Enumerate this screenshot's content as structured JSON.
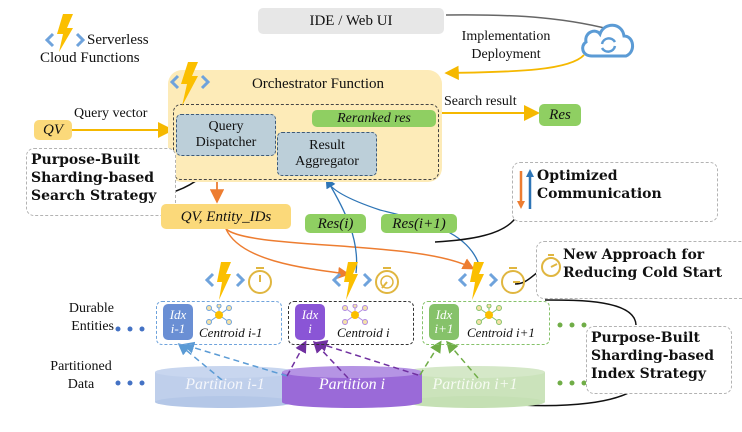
{
  "legend": {
    "label_line1": "Serverless",
    "label_line2": "Cloud Functions",
    "icon": "serverless-function-icon"
  },
  "ide": {
    "label": "IDE / Web UI"
  },
  "deployment": {
    "line1": "Implementation",
    "line2": "Deployment",
    "icon": "cloud-sync-icon"
  },
  "orchestrator": {
    "title": "Orchestrator Function",
    "dispatcher_line1": "Query",
    "dispatcher_line2": "Dispatcher",
    "aggregator_line1": "Result",
    "aggregator_line2": "Aggregator",
    "reranked": "Reranked res"
  },
  "query": {
    "qv": "QV",
    "label": "Query vector"
  },
  "search_result": {
    "label": "Search result",
    "res": "Res"
  },
  "qv_entities": "QV, Entity_IDs",
  "res_i": "Res(i)",
  "res_i1": "Res(i+1)",
  "callouts": {
    "search_strategy": [
      "Purpose-Built",
      "Sharding-based",
      "Search Strategy"
    ],
    "communication": [
      "Optimized",
      "Communication"
    ],
    "cold_start": [
      "New Approach for",
      "Reducing Cold Start"
    ],
    "index_strategy": [
      "Purpose-Built",
      "Sharding-based",
      "Index Strategy"
    ]
  },
  "rows": {
    "durable_line1": "Durable",
    "durable_line2": "Entities",
    "partitioned_line1": "Partitioned",
    "partitioned_line2": "Data"
  },
  "entities": [
    {
      "idx_line1": "Idx",
      "idx_line2": "i-1",
      "centroid": "Centroid i-1",
      "color": "#6a8fd4"
    },
    {
      "idx_line1": "Idx",
      "idx_line2": "i",
      "centroid": "Centroid i",
      "color": "#8a55d6"
    },
    {
      "idx_line1": "Idx",
      "idx_line2": "i+1",
      "centroid": "Centroid i+1",
      "color": "#86c26a"
    }
  ],
  "partitions": [
    "Partition i-1",
    "Partition i",
    "Partition i+1"
  ],
  "colors": {
    "lightning": "#fbbf00",
    "orange": "#ed7d31",
    "blue": "#2e75b6",
    "stopwatch": "#e0b640",
    "code": "#6fa3dc"
  }
}
